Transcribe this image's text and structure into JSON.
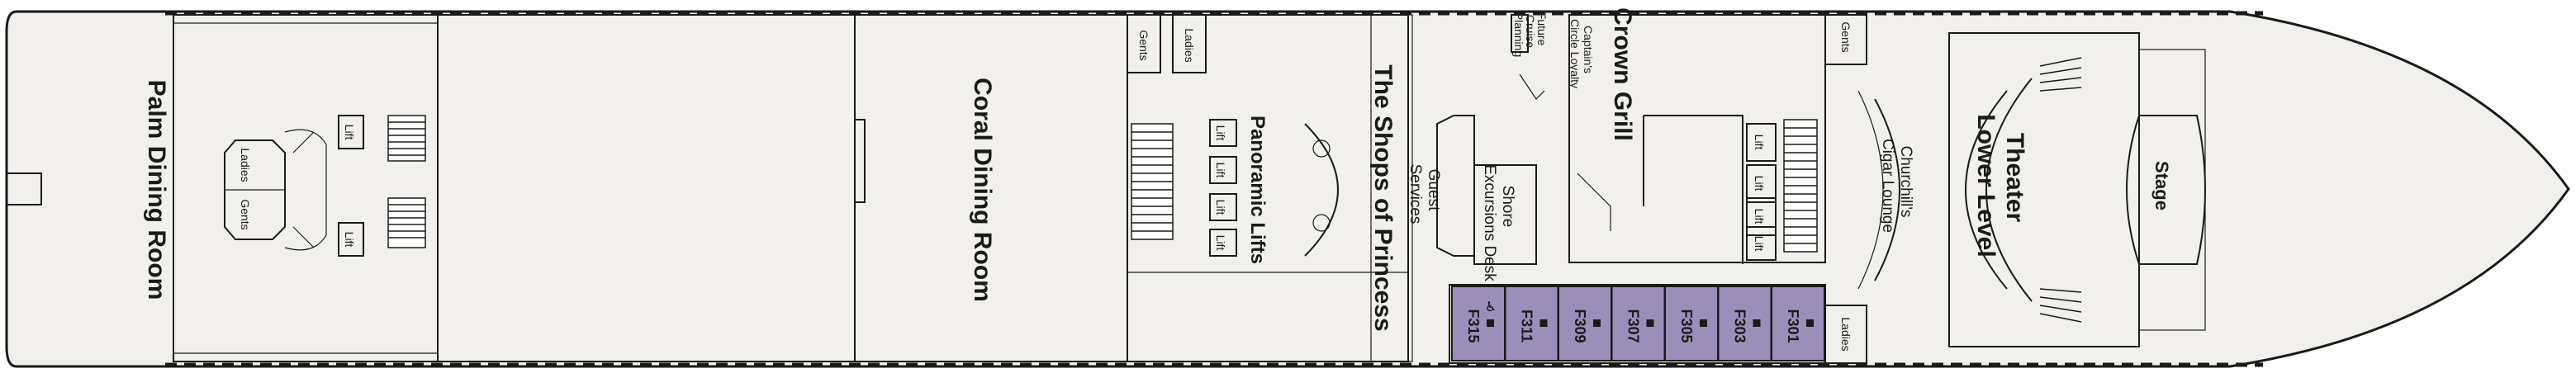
{
  "venues": {
    "palm": "Palm Dining Room",
    "coral": "Coral Dining Room",
    "shops": "The Shops of Princess",
    "crown": "Crown Grill",
    "theater_line1": "Theater",
    "theater_line2": "Lower Level",
    "stage": "Stage",
    "panoramic": "Panoramic Lifts",
    "guest_line1": "Guest",
    "guest_line2": "Services",
    "shore_line1": "Shore",
    "shore_line2": "Excursions Desk",
    "churchill_line1": "Churchill's",
    "churchill_line2": "Cigar Lounge",
    "captains_line1": "Captain's",
    "captains_line2": "Circle Loyalty",
    "future_line1": "Future",
    "future_line2": "Cruise",
    "future_line3": "Planning"
  },
  "restrooms": {
    "ladies": "Ladies",
    "gents": "Gents"
  },
  "lift_label": "Lift",
  "cabins": [
    {
      "id": "F315",
      "accessible": true
    },
    {
      "id": "F311",
      "accessible": false
    },
    {
      "id": "F309",
      "accessible": false
    },
    {
      "id": "F307",
      "accessible": false
    },
    {
      "id": "F305",
      "accessible": false
    },
    {
      "id": "F303",
      "accessible": false
    },
    {
      "id": "F301",
      "accessible": false
    }
  ],
  "colors": {
    "floor": "#f2f0ec",
    "cabin": "#9b8fba",
    "wall": "#1a1a1a",
    "background": "#ffffff"
  },
  "icons": {
    "cabin_marker": "filled-square",
    "accessible": "wheelchair-icon"
  }
}
